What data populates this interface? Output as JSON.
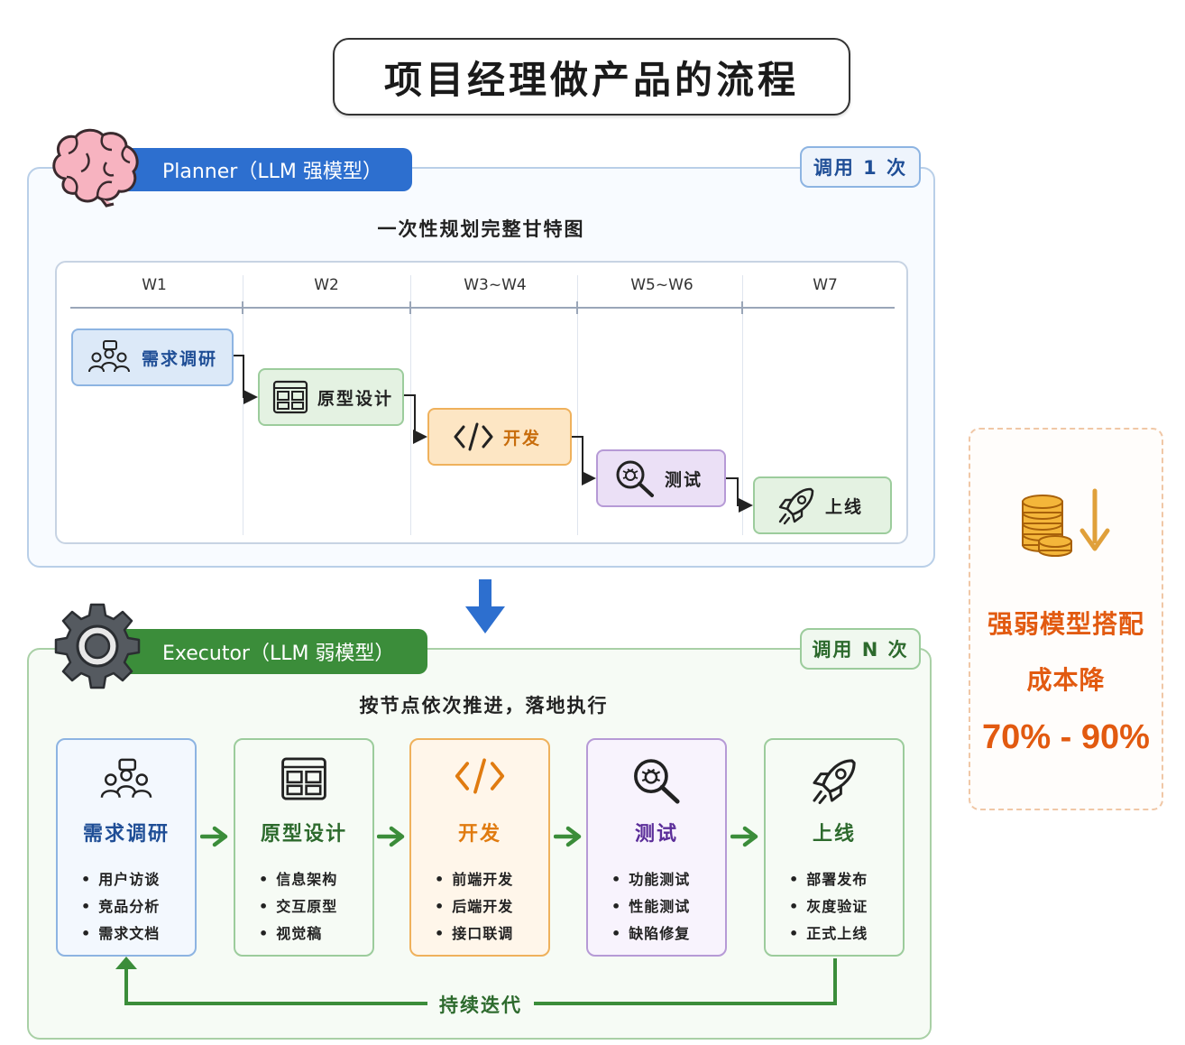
{
  "title": "项目经理做产品的流程",
  "planner": {
    "label": "Planner（LLM 强模型）",
    "calls": "调用 1 次",
    "subtitle": "一次性规划完整甘特图",
    "weeks": [
      "W1",
      "W2",
      "W3~W4",
      "W5~W6",
      "W7"
    ],
    "tasks": [
      {
        "label": "需求调研",
        "icon": "team-icon"
      },
      {
        "label": "原型设计",
        "icon": "wireframe-icon"
      },
      {
        "label": "开发",
        "icon": "code-icon"
      },
      {
        "label": "测试",
        "icon": "bug-search-icon"
      },
      {
        "label": "上线",
        "icon": "rocket-icon"
      }
    ]
  },
  "executor": {
    "label": "Executor（LLM 弱模型）",
    "calls": "调用 N 次",
    "subtitle": "按节点依次推进，落地执行",
    "steps": [
      {
        "title": "需求调研",
        "items": [
          "用户访谈",
          "竞品分析",
          "需求文档"
        ]
      },
      {
        "title": "原型设计",
        "items": [
          "信息架构",
          "交互原型",
          "视觉稿"
        ]
      },
      {
        "title": "开发",
        "items": [
          "前端开发",
          "后端开发",
          "接口联调"
        ]
      },
      {
        "title": "测试",
        "items": [
          "功能测试",
          "性能测试",
          "缺陷修复"
        ]
      },
      {
        "title": "上线",
        "items": [
          "部署发布",
          "灰度验证",
          "正式上线"
        ]
      }
    ],
    "loop_label": "持续迭代"
  },
  "cost": {
    "line1": "强弱模型搭配",
    "line2": "成本降",
    "percent": "70% - 90%"
  },
  "colors": {
    "planner_blue": "#2d6fcf",
    "executor_green": "#3b8d3a",
    "orange": "#e07b10",
    "purple": "#5b2d99",
    "cost_orange": "#e25a10"
  }
}
